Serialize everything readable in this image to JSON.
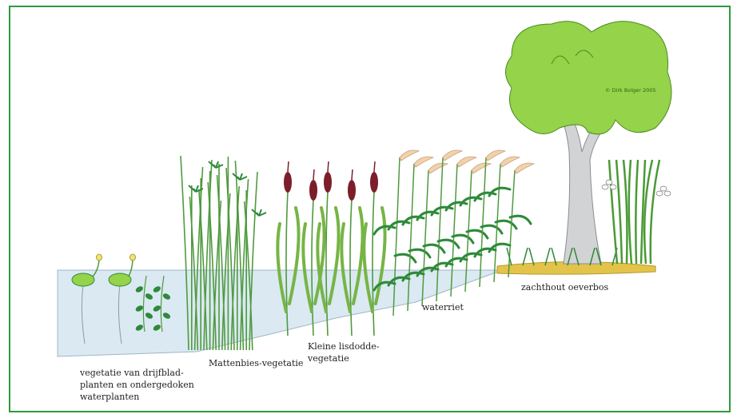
{
  "labels": {
    "drijfblad": [
      "vegetatie van drijfblad-",
      "planten en ondergedoken",
      "waterplanten"
    ],
    "mattenbies": [
      "Mattenbies-vegetatie"
    ],
    "lisdodde": [
      "Kleine lisdodde-",
      "vegetatie"
    ],
    "waterriet": [
      "waterriet"
    ],
    "oeverbos": [
      "zachthout oeverbos"
    ],
    "copyright": "© Dirk Bolger 2005"
  },
  "colors": {
    "frame": "#2f9a3c",
    "water": "#dbe9f2",
    "water_edge": "#9fb6c8",
    "bank": "#e3c34a",
    "leaf_light": "#94d34a",
    "leaf_dark": "#2e8a3a",
    "stem": "#4f9a3e",
    "cattail": "#7c1f2a",
    "reed_plume": "#f0d2ab",
    "trunk": "#d2d3d5",
    "flower": "#f4e36a"
  }
}
